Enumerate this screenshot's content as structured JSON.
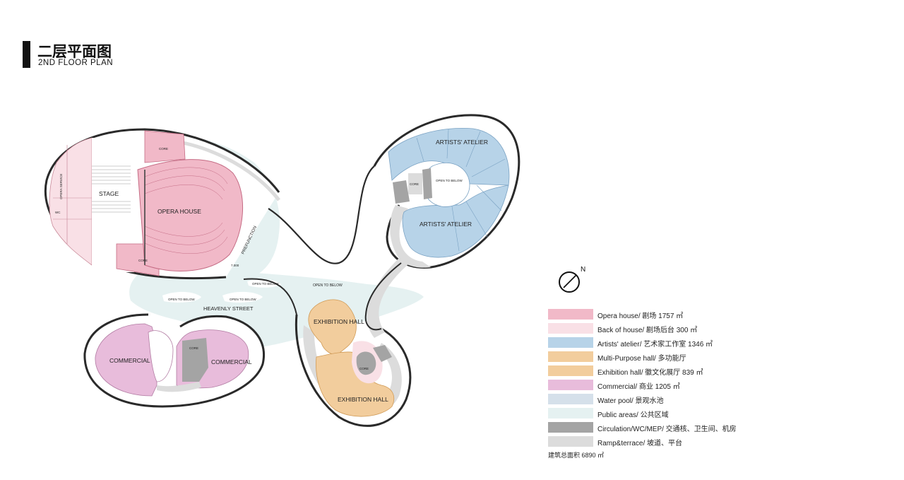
{
  "title": {
    "cn": "二层平面图",
    "en": "2ND FLOOR  PLAN"
  },
  "colors": {
    "opera": "#f1b9c8",
    "backhouse": "#f9e0e6",
    "artists": "#b7d3e8",
    "multipurpose": "#f2cd9d",
    "exhibition": "#f2cd9d",
    "commercial": "#e8bcdb",
    "waterpool": "#d5e0ea",
    "public": "#e5f1f1",
    "circulation": "#a4a4a4",
    "ramp": "#dcdcdc",
    "wall": "#2a2a2a"
  },
  "plan_labels": {
    "stage": "STAGE",
    "opera_house": "OPERA  HOUSE",
    "core": "CORE",
    "opera_service": "OPERA SERVICE",
    "wc": "WC",
    "prefunction": "PREFUNCTION",
    "level": "7.000",
    "artists_atelier": "ARTISTS' ATELIER",
    "open_to_below": "OPEN TO BELOW",
    "heavenly_street": "HEAVENLY STREET",
    "exhibition_hall": "EXHIBITION HALL",
    "commercial": "COMMERCIAL"
  },
  "compass": {
    "label": "N"
  },
  "legend": {
    "items": [
      {
        "label": "Opera  house/ 剧场 1757 ㎡",
        "color": "#f1b9c8"
      },
      {
        "label": "Back of  house/ 剧场后台 300 ㎡",
        "color": "#f9e0e6"
      },
      {
        "label": "Artists' atelier/ 艺术家工作室 1346 ㎡",
        "color": "#b7d3e8"
      },
      {
        "label": "Multi-Purpose hall/ 多功能厅",
        "color": "#f2cd9d"
      },
      {
        "label": "Exhibition hall/ 徽文化展厅 839 ㎡",
        "color": "#f2cd9d"
      },
      {
        "label": "Commercial/ 商业 1205 ㎡",
        "color": "#e8bcdb"
      },
      {
        "label": "Water pool/ 景观水池",
        "color": "#d5e0ea"
      },
      {
        "label": "Public areas/ 公共区域",
        "color": "#e5f1f1"
      },
      {
        "label": "Circulation/WC/MEP/ 交通核、卫生间、机房",
        "color": "#a4a4a4"
      },
      {
        "label": "Ramp&terrace/ 坡道、平台",
        "color": "#dcdcdc"
      }
    ],
    "total": "建筑总面积 6890 ㎡"
  }
}
